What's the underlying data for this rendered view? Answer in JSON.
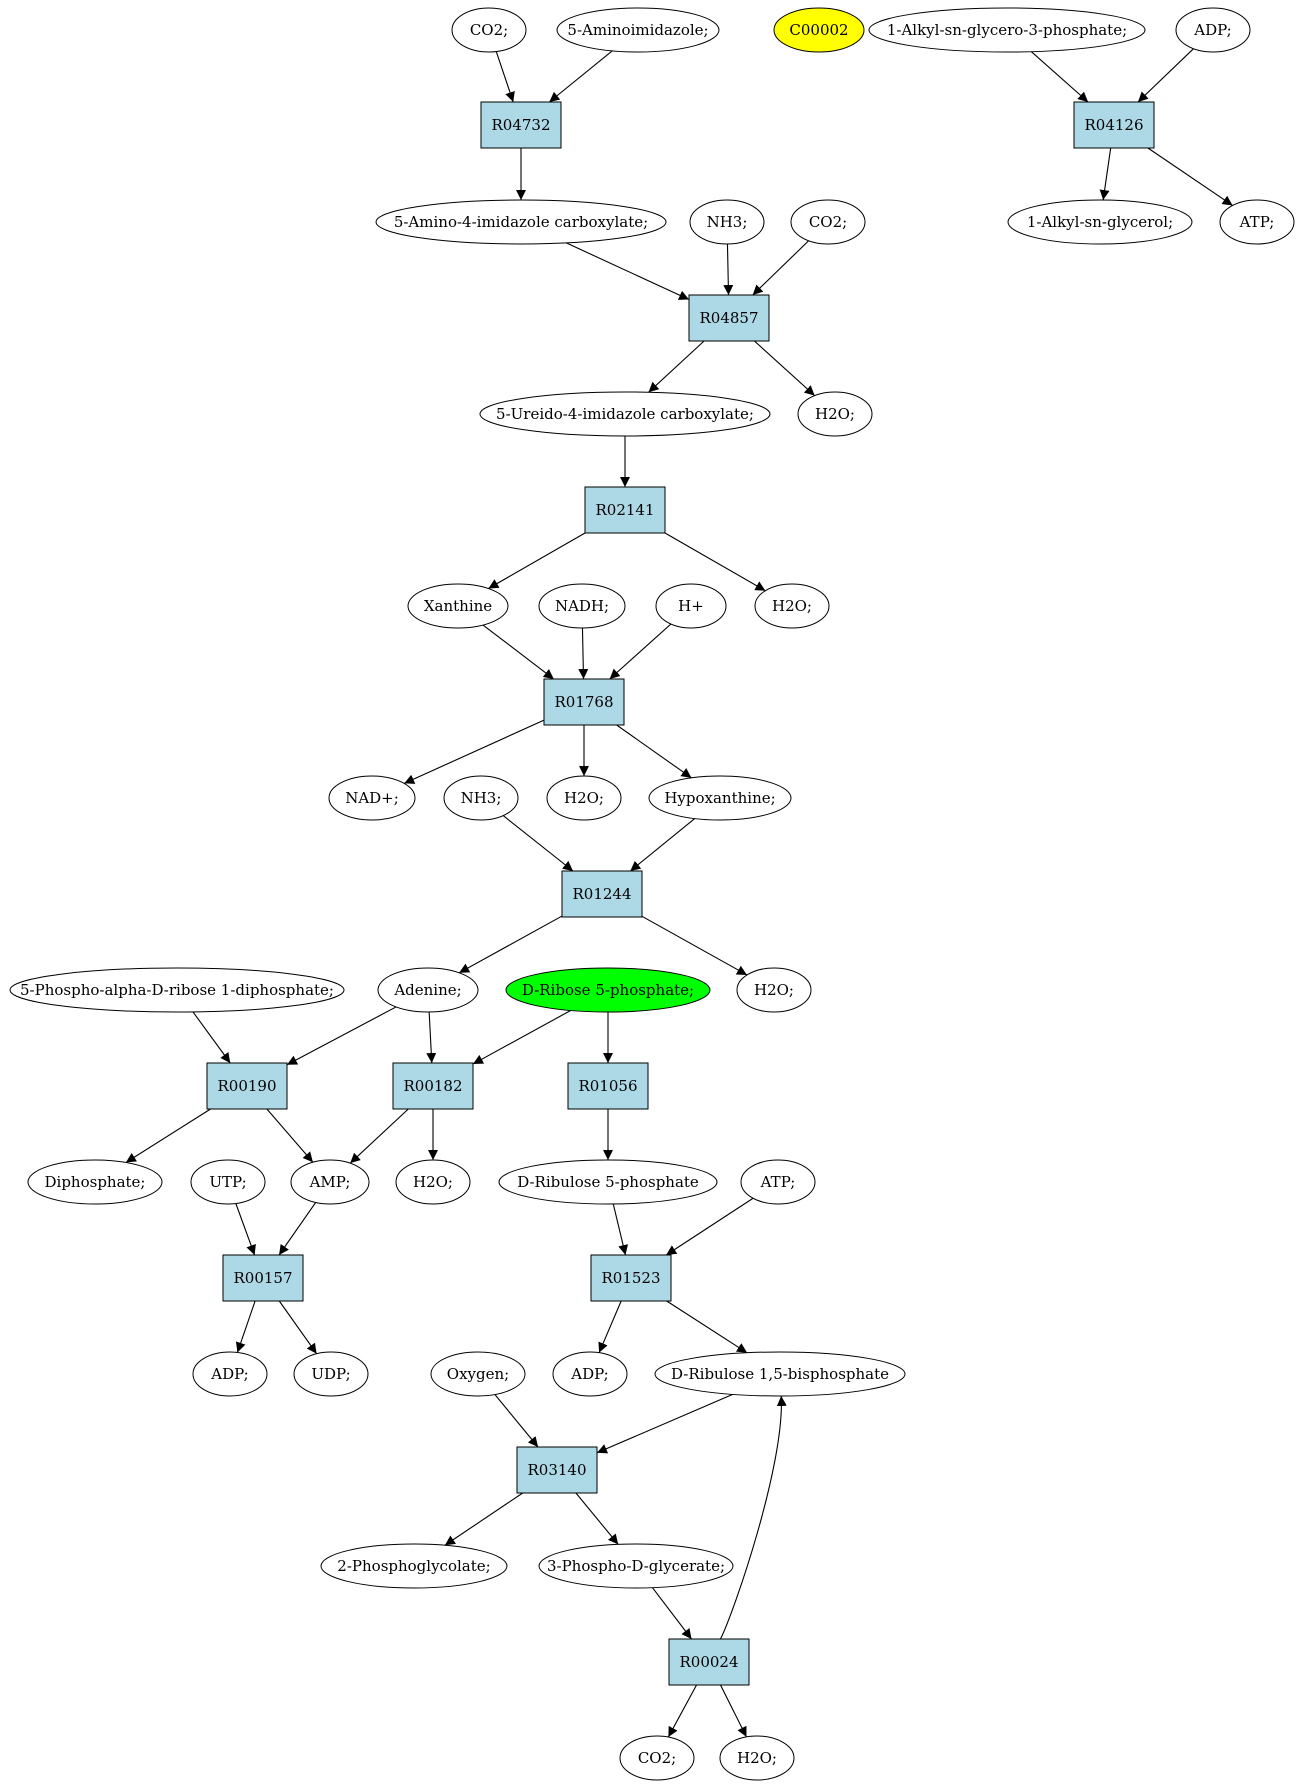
{
  "compounds": [
    {
      "id": "co2_a",
      "label": "CO2;"
    },
    {
      "id": "aminoimidazole",
      "label": "5-Aminoimidazole;"
    },
    {
      "id": "c00002",
      "label": "C00002",
      "fill": "#ffff00"
    },
    {
      "id": "alkyl_g3p",
      "label": "1-Alkyl-sn-glycero-3-phosphate;"
    },
    {
      "id": "adp_a",
      "label": "ADP;"
    },
    {
      "id": "amino_carbox",
      "label": "5-Amino-4-imidazole carboxylate;"
    },
    {
      "id": "nh3_a",
      "label": "NH3;"
    },
    {
      "id": "co2_b",
      "label": "CO2;"
    },
    {
      "id": "alkyl_glycerol",
      "label": "1-Alkyl-sn-glycerol;"
    },
    {
      "id": "atp_a",
      "label": "ATP;"
    },
    {
      "id": "ureido_carbox",
      "label": "5-Ureido-4-imidazole carboxylate;"
    },
    {
      "id": "h2o_a",
      "label": "H2O;"
    },
    {
      "id": "xanthine",
      "label": "Xanthine"
    },
    {
      "id": "nadh",
      "label": "NADH;"
    },
    {
      "id": "hplus",
      "label": "H+"
    },
    {
      "id": "h2o_b",
      "label": "H2O;"
    },
    {
      "id": "nadplus",
      "label": "NAD+;"
    },
    {
      "id": "nh3_b",
      "label": "NH3;"
    },
    {
      "id": "h2o_c",
      "label": "H2O;"
    },
    {
      "id": "hypoxanthine",
      "label": "Hypoxanthine;"
    },
    {
      "id": "prpp",
      "label": "5-Phospho-alpha-D-ribose 1-diphosphate;"
    },
    {
      "id": "adenine",
      "label": "Adenine;"
    },
    {
      "id": "r5p",
      "label": "D-Ribose 5-phosphate;",
      "fill": "#00ff00"
    },
    {
      "id": "h2o_d",
      "label": "H2O;"
    },
    {
      "id": "diphosphate",
      "label": "Diphosphate;"
    },
    {
      "id": "utp",
      "label": "UTP;"
    },
    {
      "id": "amp",
      "label": "AMP;"
    },
    {
      "id": "h2o_e",
      "label": "H2O;"
    },
    {
      "id": "ru5p",
      "label": "D-Ribulose 5-phosphate"
    },
    {
      "id": "atp_b",
      "label": "ATP;"
    },
    {
      "id": "adp_b",
      "label": "ADP;"
    },
    {
      "id": "udp",
      "label": "UDP;"
    },
    {
      "id": "oxygen",
      "label": "Oxygen;"
    },
    {
      "id": "adp_c",
      "label": "ADP;"
    },
    {
      "id": "rubp",
      "label": "D-Ribulose 1,5-bisphosphate"
    },
    {
      "id": "phosphoglycolate",
      "label": "2-Phosphoglycolate;"
    },
    {
      "id": "pga",
      "label": "3-Phospho-D-glycerate;"
    },
    {
      "id": "co2_c",
      "label": "CO2;"
    },
    {
      "id": "h2o_f",
      "label": "H2O;"
    }
  ],
  "reactions": [
    {
      "id": "R04732",
      "label": "R04732"
    },
    {
      "id": "R04126",
      "label": "R04126"
    },
    {
      "id": "R04857",
      "label": "R04857"
    },
    {
      "id": "R02141",
      "label": "R02141"
    },
    {
      "id": "R01768",
      "label": "R01768"
    },
    {
      "id": "R01244",
      "label": "R01244"
    },
    {
      "id": "R00190",
      "label": "R00190"
    },
    {
      "id": "R00182",
      "label": "R00182"
    },
    {
      "id": "R01056",
      "label": "R01056"
    },
    {
      "id": "R00157",
      "label": "R00157"
    },
    {
      "id": "R01523",
      "label": "R01523"
    },
    {
      "id": "R03140",
      "label": "R03140"
    },
    {
      "id": "R00024",
      "label": "R00024"
    }
  ],
  "edges": [
    {
      "from": "co2_a",
      "to": "R04732"
    },
    {
      "from": "aminoimidazole",
      "to": "R04732"
    },
    {
      "from": "R04732",
      "to": "amino_carbox"
    },
    {
      "from": "alkyl_g3p",
      "to": "R04126"
    },
    {
      "from": "adp_a",
      "to": "R04126"
    },
    {
      "from": "R04126",
      "to": "alkyl_glycerol"
    },
    {
      "from": "R04126",
      "to": "atp_a"
    },
    {
      "from": "amino_carbox",
      "to": "R04857"
    },
    {
      "from": "nh3_a",
      "to": "R04857"
    },
    {
      "from": "co2_b",
      "to": "R04857"
    },
    {
      "from": "R04857",
      "to": "ureido_carbox"
    },
    {
      "from": "R04857",
      "to": "h2o_a"
    },
    {
      "from": "ureido_carbox",
      "to": "R02141"
    },
    {
      "from": "R02141",
      "to": "xanthine"
    },
    {
      "from": "R02141",
      "to": "h2o_b"
    },
    {
      "from": "xanthine",
      "to": "R01768"
    },
    {
      "from": "nadh",
      "to": "R01768"
    },
    {
      "from": "hplus",
      "to": "R01768"
    },
    {
      "from": "R01768",
      "to": "nadplus"
    },
    {
      "from": "R01768",
      "to": "h2o_c"
    },
    {
      "from": "R01768",
      "to": "hypoxanthine"
    },
    {
      "from": "nh3_b",
      "to": "R01244"
    },
    {
      "from": "hypoxanthine",
      "to": "R01244"
    },
    {
      "from": "R01244",
      "to": "adenine"
    },
    {
      "from": "R01244",
      "to": "h2o_d"
    },
    {
      "from": "prpp",
      "to": "R00190"
    },
    {
      "from": "adenine",
      "to": "R00190"
    },
    {
      "from": "adenine",
      "to": "R00182"
    },
    {
      "from": "r5p",
      "to": "R00182"
    },
    {
      "from": "r5p",
      "to": "R01056"
    },
    {
      "from": "R00190",
      "to": "diphosphate"
    },
    {
      "from": "R00190",
      "to": "amp"
    },
    {
      "from": "R00182",
      "to": "amp"
    },
    {
      "from": "R00182",
      "to": "h2o_e"
    },
    {
      "from": "R01056",
      "to": "ru5p"
    },
    {
      "from": "utp",
      "to": "R00157"
    },
    {
      "from": "amp",
      "to": "R00157"
    },
    {
      "from": "ru5p",
      "to": "R01523"
    },
    {
      "from": "atp_b",
      "to": "R01523"
    },
    {
      "from": "R00157",
      "to": "adp_b"
    },
    {
      "from": "R00157",
      "to": "udp"
    },
    {
      "from": "R01523",
      "to": "adp_c"
    },
    {
      "from": "R01523",
      "to": "rubp"
    },
    {
      "from": "oxygen",
      "to": "R03140"
    },
    {
      "from": "rubp",
      "to": "R03140"
    },
    {
      "from": "R03140",
      "to": "phosphoglycolate"
    },
    {
      "from": "R03140",
      "to": "pga"
    },
    {
      "from": "pga",
      "to": "R00024"
    },
    {
      "from": "R00024",
      "to": "co2_c"
    },
    {
      "from": "R00024",
      "to": "h2o_f"
    },
    {
      "from": "R00024",
      "to": "rubp",
      "curved": true
    }
  ],
  "colors": {
    "reaction_fill": "#add8e6",
    "compound_fill": "#ffffff",
    "stroke": "#000000"
  }
}
